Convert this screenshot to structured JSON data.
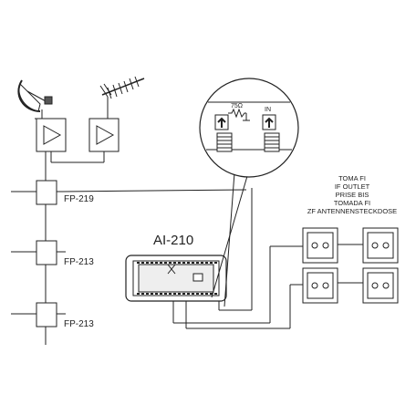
{
  "labels": {
    "splitter_top": "FP-219",
    "splitter_mid": "FP-213",
    "splitter_bot": "FP-213",
    "model": "AI-210",
    "impedance": "75Ω",
    "input": "IN",
    "outlet_lines": [
      "TOMA FI",
      "IF OUTLET",
      "PRISE BIS",
      "TOMADA FI",
      "ZF ANTENNENSTECKDOSE"
    ]
  },
  "icons": {
    "satellite_dish": "satellite-dish-icon",
    "terrestrial_antenna": "yagi-antenna-icon",
    "amplifier": "triangle-amplifier-icon",
    "coax_outlet": "coax-socket-icon"
  },
  "colors": {
    "line": "#222222",
    "background": "#ffffff",
    "fill_light": "#e6e6e6"
  }
}
